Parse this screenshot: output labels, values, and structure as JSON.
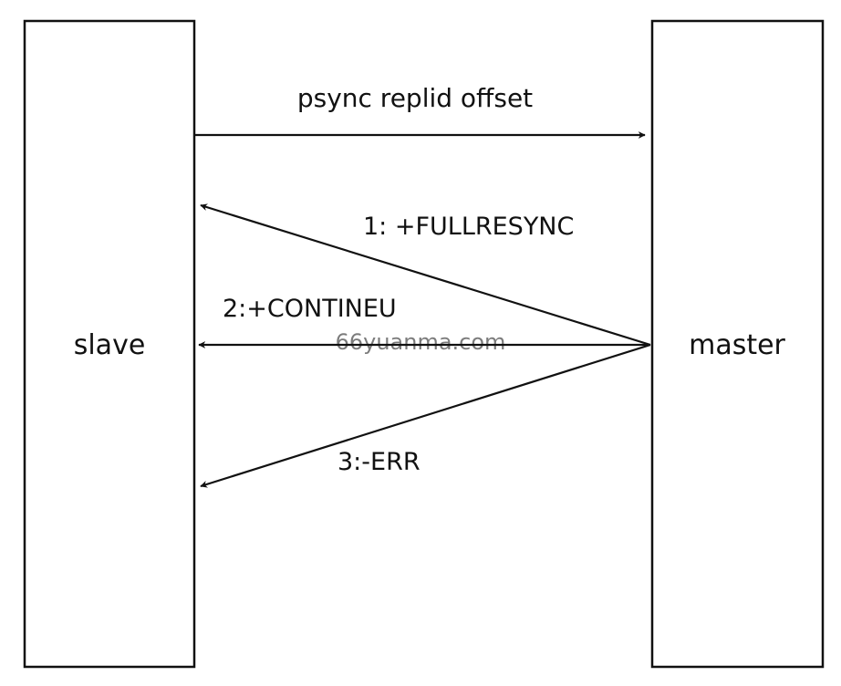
{
  "participants": {
    "left": "slave",
    "right": "master"
  },
  "messages": {
    "request": "psync replid offset",
    "full_resync": "1: +FULLRESYNC",
    "continue": "2:+CONTINEU",
    "error": "3:-ERR"
  },
  "watermark": "66yuanma.com"
}
